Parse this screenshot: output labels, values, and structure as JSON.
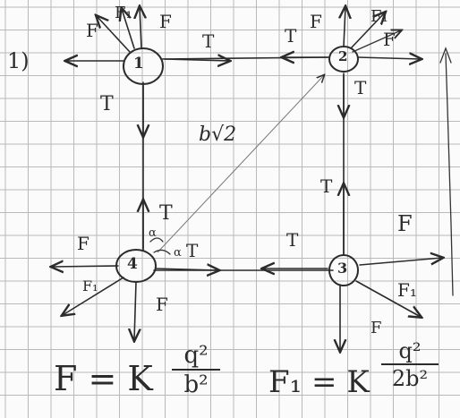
{
  "problem_number": "1)",
  "charges": [
    {
      "id": "1",
      "label": "1"
    },
    {
      "id": "2",
      "label": "2"
    },
    {
      "id": "3",
      "label": "3"
    },
    {
      "id": "4",
      "label": "4"
    }
  ],
  "labels": {
    "tension": "T",
    "force": "F",
    "force_one": "F₁",
    "diagonal": "b√2",
    "alpha": "α"
  },
  "formulas": {
    "f": {
      "lhs": "F = K",
      "num": "q²",
      "den": "b²"
    },
    "f1": {
      "lhs": "F₁ = K",
      "num": "q²",
      "den": "2b²"
    }
  }
}
